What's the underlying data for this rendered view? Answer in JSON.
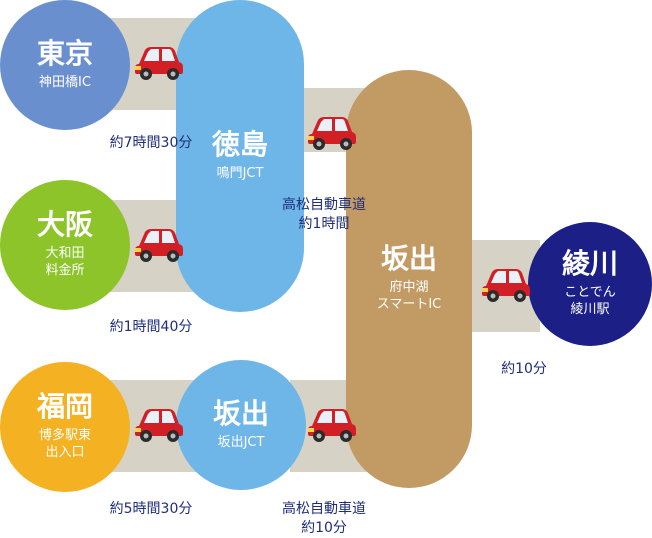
{
  "nodes": {
    "tokyo": {
      "name": "東京",
      "sub": "神田橋IC",
      "color": "#6a8fcf"
    },
    "osaka": {
      "name": "大阪",
      "sub": "大和田\n料金所",
      "color": "#8cc42a"
    },
    "fukuoka": {
      "name": "福岡",
      "sub": "博多駅東\n出入口",
      "color": "#f4b223"
    },
    "tokushima": {
      "name": "徳島",
      "sub": "鳴門JCT",
      "color": "#6fb6e8"
    },
    "sakaide_jct": {
      "name": "坂出",
      "sub": "坂出JCT",
      "color": "#6fb6e8"
    },
    "sakaide": {
      "name": "坂出",
      "sub": "府中湖\nスマートIC",
      "color": "#c29a63"
    },
    "ayagawa": {
      "name": "綾川",
      "sub": "ことでん\n綾川駅",
      "color": "#1c1f86"
    }
  },
  "labels": {
    "tokyo_time": "約7時間30分",
    "osaka_time": "約1時間40分",
    "fukuoka_time": "約5時間30分",
    "upper_highway": "高松自動車道\n約1時間",
    "lower_highway": "高松自動車道\n約10分",
    "ayagawa_time": "約10分"
  },
  "icons": {
    "car": "car-icon"
  },
  "colors": {
    "road": "#d6d2c6",
    "label_text": "#1f2d7a",
    "car_body": "#d21f26"
  }
}
